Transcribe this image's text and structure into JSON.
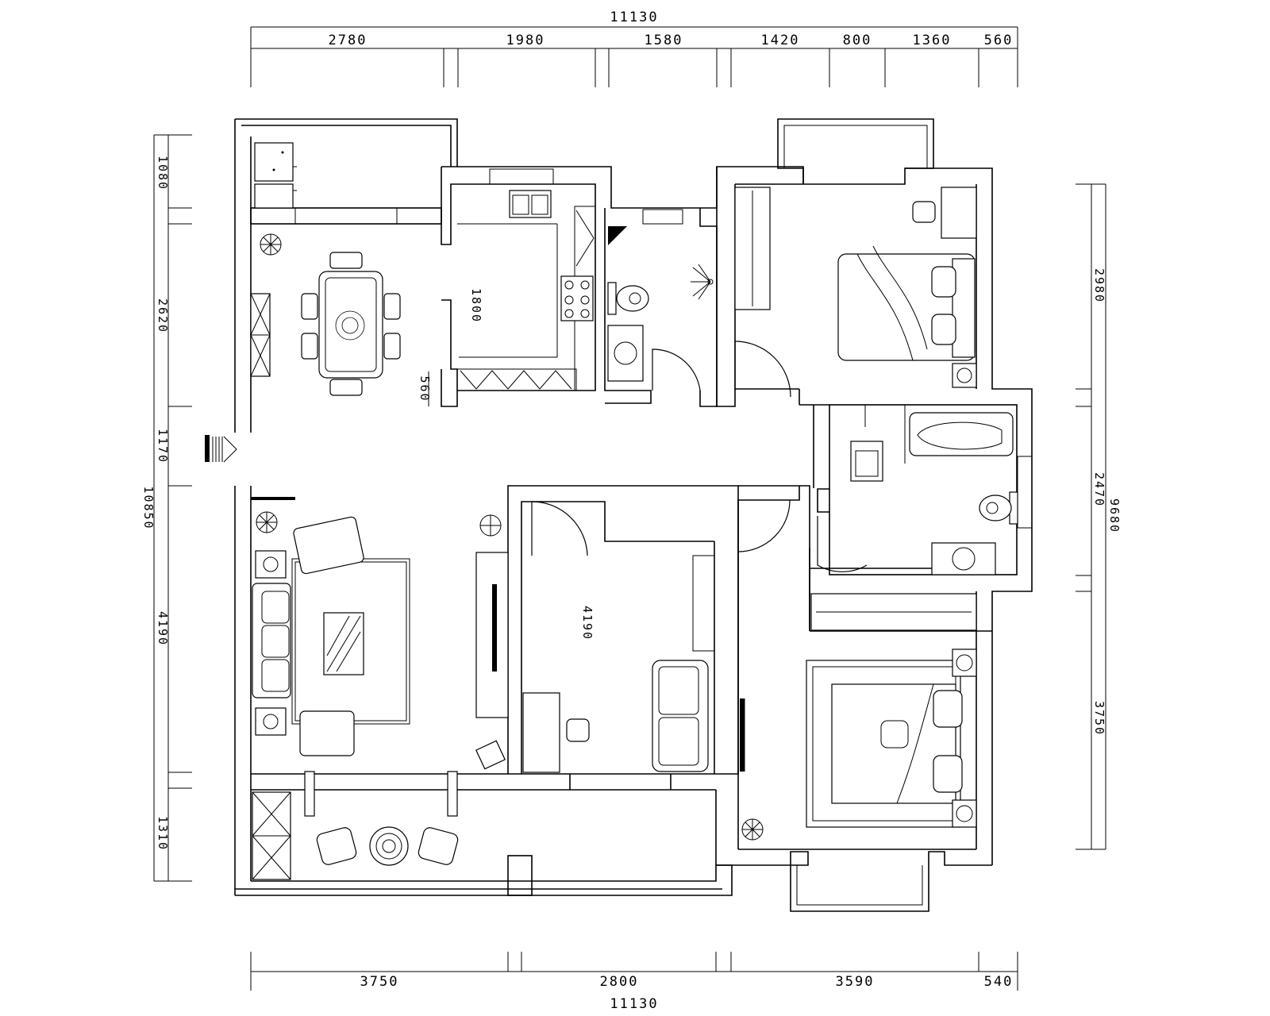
{
  "dimensions": {
    "top_total": "11130",
    "top_segments": [
      "2780",
      "1980",
      "1580",
      "1420",
      "800",
      "1360",
      "560"
    ],
    "bottom_total": "11130",
    "bottom_segments": [
      "3750",
      "2800",
      "3590",
      "540"
    ],
    "left_total": "10850",
    "left_segments": [
      "1080",
      "2620",
      "1170",
      "4190",
      "1310"
    ],
    "right_total": "9680",
    "right_segments": [
      "2980",
      "2470",
      "3750"
    ]
  },
  "interior_labels": {
    "kitchen_length": "1800",
    "dining_gap": "560",
    "study_length": "4190"
  },
  "icons": [
    "entry-arrow-icon",
    "plant-icon",
    "toilet-icon",
    "sink-icon",
    "bathtub-icon",
    "bed-icon",
    "sofa-icon",
    "wardrobe-icon",
    "stove-icon",
    "washing-machine-icon",
    "tv-icon",
    "desk-chair-icon"
  ]
}
